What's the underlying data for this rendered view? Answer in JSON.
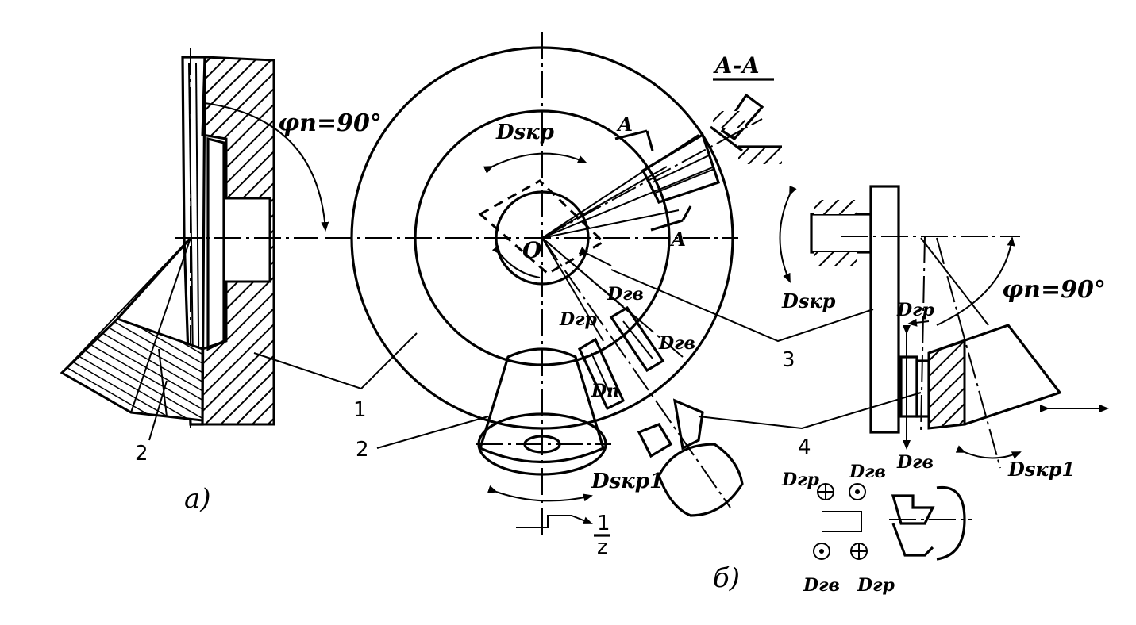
{
  "labels": {
    "phi_left": "φп=90°",
    "phi_right": "φп=90°",
    "section": "А-А",
    "section_a1": "А",
    "section_a2": "А",
    "center": "O",
    "D_skr_top": "Dsкр",
    "D_sfr_right": "Dsкр",
    "D_g": "Dгв",
    "D_gv_a": "Dгр",
    "D_gv_b": "Dгв",
    "D_n": "Dп",
    "D_gr_right": "Dгр",
    "D_gv_right": "Dгв",
    "D_skp1_bottom": "Dsкр1",
    "D_skp1_right": "Dsкр1",
    "legend_gr_top": "Dгр",
    "legend_gv_top": "Dгв",
    "legend_gv_bot": "Dгв",
    "legend_gr_bot": "Dгр",
    "fraction_num": "1",
    "fraction_den": "z",
    "part_a": "а)",
    "part_b": "б)",
    "n1": "1",
    "n2_left": "2",
    "n2_mid": "2",
    "n3": "3",
    "n4": "4"
  }
}
